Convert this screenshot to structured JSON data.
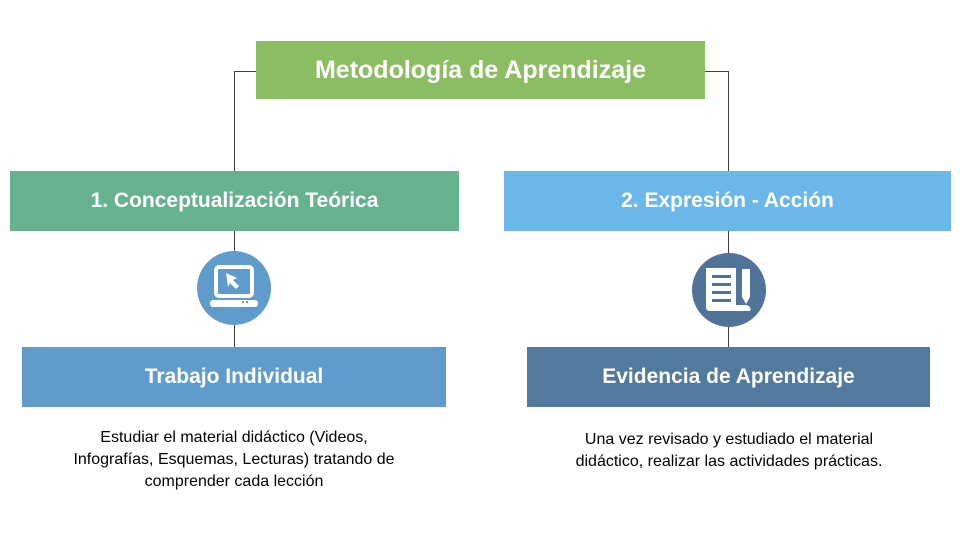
{
  "title": "Metodología de Aprendizaje",
  "colors": {
    "title": "#8BBD62",
    "left_header": "#66B28E",
    "right_header": "#6BB7E9",
    "left_sub": "#5F9CCB",
    "right_sub": "#527A9E",
    "left_icon": "#5F9CCB",
    "right_icon": "#4F7399"
  },
  "left": {
    "header": "1. Conceptualización Teórica",
    "icon": "laptop-cursor-icon",
    "subheader": "Trabajo Individual",
    "description": [
      "Estudiar el material didáctico (Videos,",
      "Infografías, Esquemas, Lecturas) tratando de",
      "comprender cada lección"
    ]
  },
  "right": {
    "header": "2. Expresión - Acción",
    "icon": "document-pencil-icon",
    "subheader": "Evidencia de Aprendizaje",
    "description": [
      "Una vez revisado y estudiado el material",
      "didáctico, realizar las actividades prácticas."
    ]
  }
}
